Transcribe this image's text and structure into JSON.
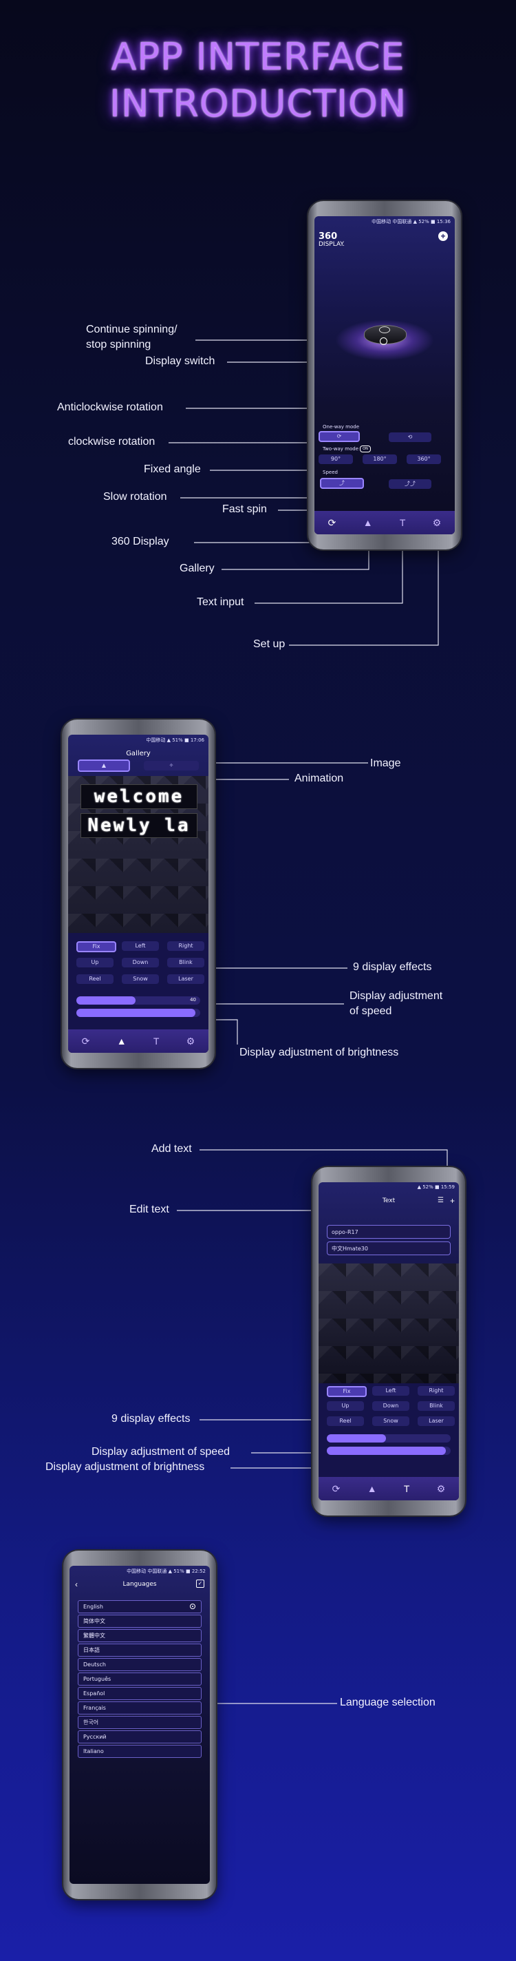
{
  "title": {
    "line1": "APP INTERFACE",
    "line2": "INTRODUCTION"
  },
  "section1": {
    "phone": {
      "status": "中国移动 中国联通 ▲ 52% ■ 15:36",
      "brand_line1": "360",
      "brand_line2": "DISPLAY.",
      "add_icon": "+",
      "one_way_mode": "One-way mode",
      "two_way_mode": "Two-way mode",
      "toggle_text": "ON",
      "speed": "Speed",
      "angles": [
        "90°",
        "180°",
        "360°"
      ]
    },
    "labels": {
      "continue_spinning": "Continue spinning/",
      "stop_spinning": "stop spinning",
      "display_switch": "Display switch",
      "anticlockwise": "Anticlockwise rotation",
      "clockwise": "clockwise rotation",
      "fixed_angle": "Fixed angle",
      "slow_rotation": "Slow rotation",
      "fast_spin": "Fast spin",
      "display_360": "360 Display",
      "gallery": "Gallery",
      "text_input": "Text input",
      "set_up": "Set up"
    }
  },
  "section2": {
    "phone": {
      "status": "中国移动 ▲ 51% ■ 17:06",
      "header": "Gallery",
      "led_line1": "welcome",
      "led_line2": "Newly la",
      "effects": [
        "Fix",
        "Left",
        "Right",
        "Up",
        "Down",
        "Blink",
        "Reel",
        "Snow",
        "Laser"
      ],
      "speed_value": "40"
    },
    "labels": {
      "image": "Image",
      "animation": "Animation",
      "effects9": "9 display effects",
      "speed_adjust1": "Display adjustment",
      "speed_adjust2": "of speed",
      "brightness": "Display adjustment of brightness"
    }
  },
  "section3": {
    "phone": {
      "status": "▲ 52% ■ 15:59",
      "header": "Text",
      "inputs": [
        "oppo-R17",
        "中文Hmate30"
      ],
      "effects": [
        "Fix",
        "Left",
        "Right",
        "Up",
        "Down",
        "Blink",
        "Reel",
        "Snow",
        "Laser"
      ]
    },
    "labels": {
      "add_text": "Add text",
      "edit_text": "Edit text",
      "effects9": "9 display effects",
      "speed": "Display adjustment of speed",
      "brightness": "Display adjustment of brightness"
    }
  },
  "section4": {
    "phone": {
      "status": "中国移动 中国联通 ▲ 51% ■ 22:52",
      "header": "Languages",
      "back": "‹",
      "languages": [
        "English",
        "简体中文",
        "繁體中文",
        "日本語",
        "Deutsch",
        "Português",
        "Español",
        "Français",
        "한국어",
        "Русский",
        "Italiano"
      ]
    },
    "labels": {
      "language_selection": "Language selection"
    }
  },
  "colors": {
    "accent": "#8a6cff",
    "title_glow": "#c07bff",
    "line": "#d8d8e8"
  }
}
